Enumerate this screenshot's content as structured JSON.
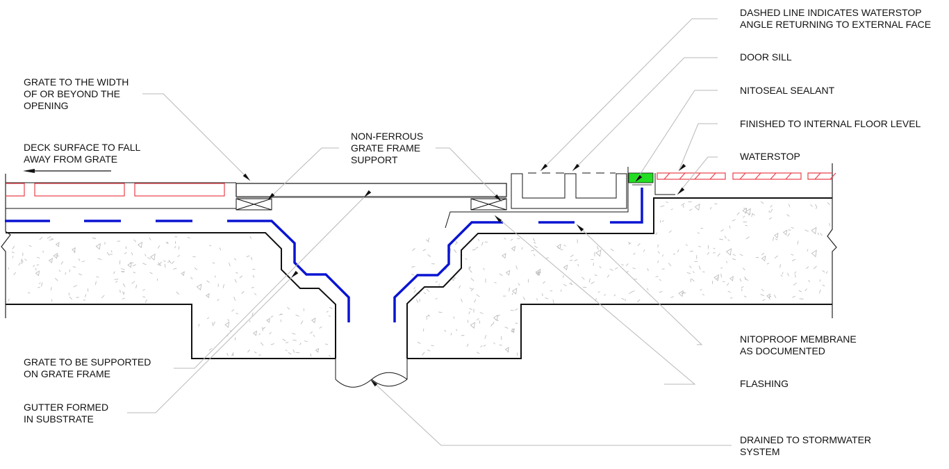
{
  "colors": {
    "outline": "#111111",
    "leader": "#b8b8b8",
    "membrane": "#0a14d2",
    "waterstop": "#e8404a",
    "sealant": "#22dd22",
    "aggregate": "#bdbdbd"
  },
  "labels": {
    "grate_width": [
      "GRATE TO THE WIDTH",
      "OF OR BEYOND THE",
      "OPENING"
    ],
    "deck_fall": [
      "DECK SURFACE TO FALL",
      "AWAY FROM GRATE"
    ],
    "grate_frame_support": [
      "NON-FERROUS",
      "GRATE FRAME",
      "SUPPORT"
    ],
    "grate_supported": [
      "GRATE TO BE SUPPORTED",
      "ON GRATE FRAME"
    ],
    "gutter_formed": [
      "GUTTER FORMED",
      "IN SUBSTRATE"
    ],
    "dashed_waterstop": [
      "DASHED LINE INDICATES WATERSTOP",
      "ANGLE RETURNING TO EXTERNAL FACE"
    ],
    "door_sill": [
      "DOOR SILL"
    ],
    "nitoseal": [
      "NITOSEAL SEALANT"
    ],
    "finished_floor": [
      "FINISHED TO INTERNAL FLOOR LEVEL"
    ],
    "waterstop": [
      "WATERSTOP"
    ],
    "nitoproof": [
      "NITOPROOF MEMBRANE",
      "AS DOCUMENTED"
    ],
    "flashing": [
      "FLASHING"
    ],
    "stormwater": [
      "DRAINED TO STORMWATER",
      "SYSTEM"
    ]
  }
}
